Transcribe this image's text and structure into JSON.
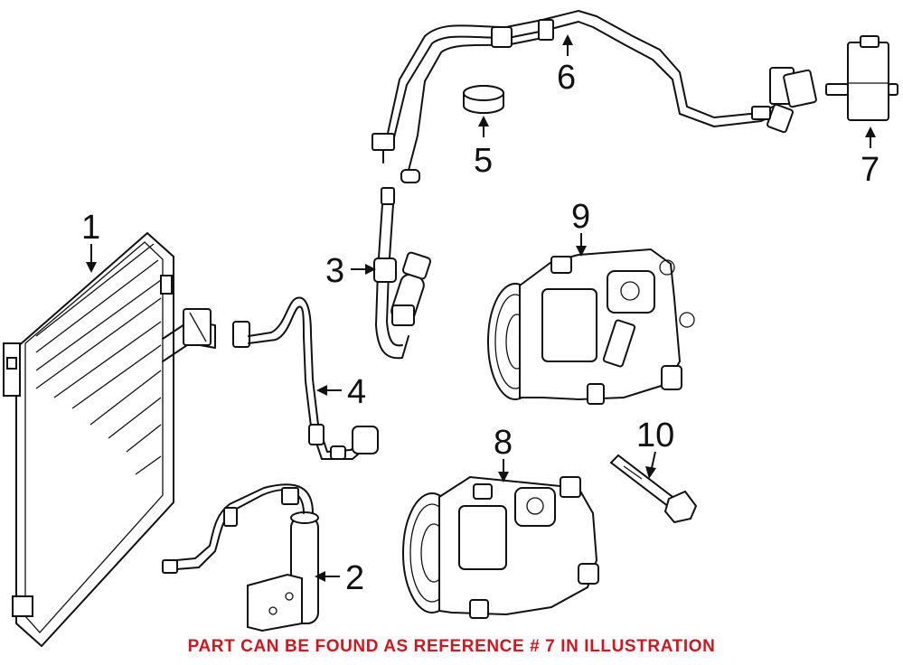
{
  "colors": {
    "line": "#111111",
    "note": "#d0161e",
    "background": "#ffffff"
  },
  "callouts": [
    {
      "id": "1",
      "label": "1"
    },
    {
      "id": "2",
      "label": "2"
    },
    {
      "id": "3",
      "label": "3"
    },
    {
      "id": "4",
      "label": "4"
    },
    {
      "id": "5",
      "label": "5"
    },
    {
      "id": "6",
      "label": "6"
    },
    {
      "id": "7",
      "label": "7"
    },
    {
      "id": "8",
      "label": "8"
    },
    {
      "id": "9",
      "label": "9"
    },
    {
      "id": "10",
      "label": "10"
    }
  ],
  "note": {
    "text": "PART CAN BE FOUND AS REFERENCE # 7 IN ILLUSTRATION"
  }
}
